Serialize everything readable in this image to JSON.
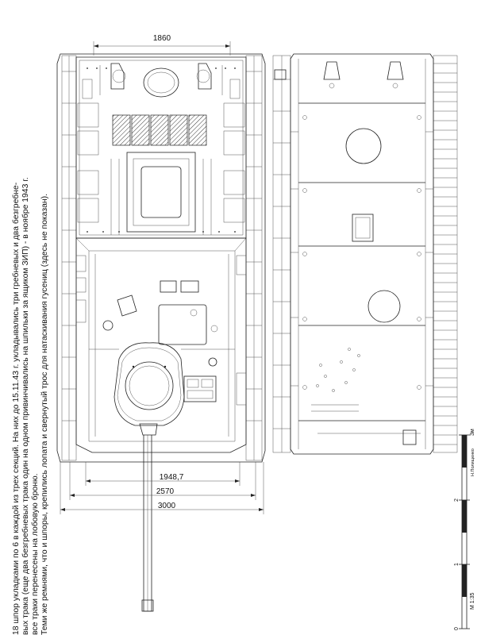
{
  "notes": {
    "line1": "18 шпор укладками по 6 в каждой из трех секций. На них до 15.11.43 г. укладывались три гребневых и два безгребне-",
    "line2": "вых трака (еще два безгребневых трака один на одном привинчивались на шпильки за ящиком ЗИП) - в ноябре 1943 г.",
    "line3": "все траки перенесены на лобовую броню.",
    "line4": "Теми же ремнями, что и шпоры, крепились лопата и свернутый трос для натаскивания гусениц (здесь не показан)."
  },
  "dimensions": {
    "top_width": "1860",
    "turret_ring": "1948,7",
    "track_center": "2570",
    "overall_width": "3000"
  },
  "scale_bar": {
    "unit": "3м",
    "tick_labels": [
      "0",
      "1",
      "2"
    ],
    "author": "Н.Полищенко",
    "ratio": "М 1:35"
  }
}
